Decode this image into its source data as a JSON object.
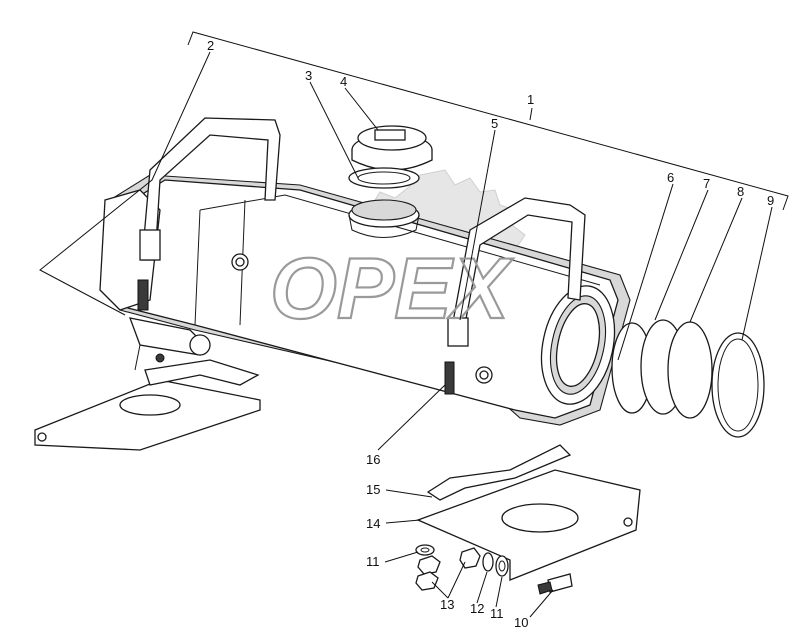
{
  "watermark": {
    "text": "OPEX"
  },
  "callouts": [
    {
      "id": "1",
      "text": "1"
    },
    {
      "id": "2",
      "text": "2"
    },
    {
      "id": "3",
      "text": "3"
    },
    {
      "id": "4",
      "text": "4"
    },
    {
      "id": "5",
      "text": "5"
    },
    {
      "id": "6",
      "text": "6"
    },
    {
      "id": "7",
      "text": "7"
    },
    {
      "id": "8",
      "text": "8"
    },
    {
      "id": "9",
      "text": "9"
    },
    {
      "id": "10",
      "text": "10"
    },
    {
      "id": "11a",
      "text": "11"
    },
    {
      "id": "11b",
      "text": "11"
    },
    {
      "id": "12",
      "text": "12"
    },
    {
      "id": "13",
      "text": "13"
    },
    {
      "id": "14",
      "text": "14"
    },
    {
      "id": "15",
      "text": "15"
    },
    {
      "id": "16",
      "text": "16"
    }
  ],
  "colors": {
    "line": "#1a1a1a",
    "watermark": "#9a9a9a",
    "background": "#ffffff"
  }
}
